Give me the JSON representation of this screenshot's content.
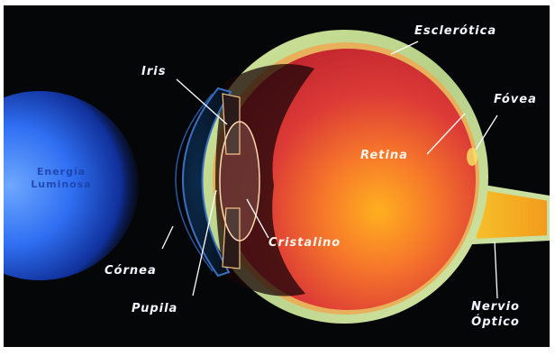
{
  "labels": {
    "light": "Energía\nLuminosa",
    "esclerotica": "Esclerótica",
    "iris": "Iris",
    "fovea": "Fóvea",
    "retina": "Retina",
    "cristalino": "Cristalino",
    "cornea": "Córnea",
    "pupila": "Pupila",
    "nervio_optico": "Nervio\nÓptico"
  },
  "colors": {
    "background": "#050608",
    "frame": "#ffffff",
    "light_source": "#3d7cff",
    "sclera": "#b9d48a",
    "interior": "#e0443a",
    "optic_nerve": "#f4a020",
    "label_text": "#f4f6ff",
    "leader_line": "#ffffff"
  }
}
